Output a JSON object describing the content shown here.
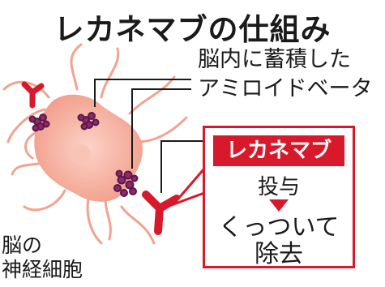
{
  "title": "レカネマブの仕組み",
  "annotation": {
    "line1": "脳内に蓄積した",
    "line2": "アミロイドベータ"
  },
  "neuron_label": {
    "line1": "脳の",
    "line2": "神経細胞"
  },
  "box": {
    "drug_name": "レカネマブ",
    "administration": "投与",
    "result_line1": "くっついて",
    "result_line2": "除去"
  },
  "colors": {
    "accent_red": "#d8192b",
    "neuron_fill": "#f6b6a6",
    "amyloid_purple": "#8a2a6e"
  }
}
